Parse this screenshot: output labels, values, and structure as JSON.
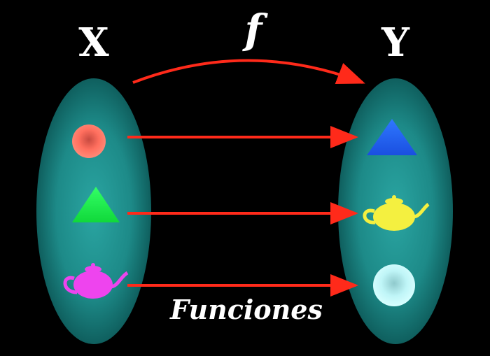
{
  "domain_labels": {
    "domain": "X",
    "codomain": "Y",
    "function": "f"
  },
  "caption": "Funciones",
  "domain_elements": [
    {
      "shape": "circle",
      "color": "#ff6f5e"
    },
    {
      "shape": "triangle",
      "color": "#19ff4a"
    },
    {
      "shape": "teapot",
      "color": "#ee44ee"
    }
  ],
  "codomain_elements": [
    {
      "shape": "triangle",
      "color": "#1f5bff"
    },
    {
      "shape": "teapot",
      "color": "#f4f040"
    },
    {
      "shape": "circle",
      "color": "#bff5f7"
    }
  ],
  "mappings": [
    {
      "from": "circle",
      "to": "triangle"
    },
    {
      "from": "triangle",
      "to": "teapot"
    },
    {
      "from": "teapot",
      "to": "circle"
    }
  ],
  "colors": {
    "background": "#000000",
    "set_fill": "#1d8a88",
    "arrow": "#ff2a1a",
    "text": "#ffffff"
  }
}
